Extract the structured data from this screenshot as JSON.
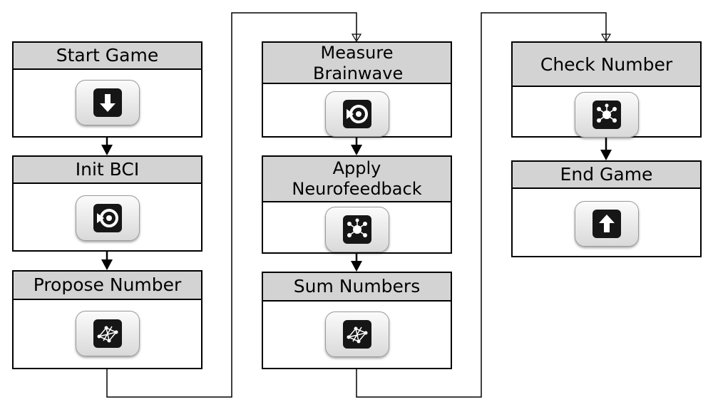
{
  "diagram": {
    "nodes": [
      {
        "id": "start_game",
        "title": "Start Game",
        "icon": "arrow-down-icon"
      },
      {
        "id": "init_bci",
        "title": "Init BCI",
        "icon": "target-icon"
      },
      {
        "id": "propose_number",
        "title": "Propose Number",
        "icon": "network-graph-icon"
      },
      {
        "id": "measure_brainwave",
        "title": "Measure Brainwave",
        "icon": "target-icon"
      },
      {
        "id": "apply_neurofeedback",
        "title": "Apply Neurofeedback",
        "icon": "hub-icon"
      },
      {
        "id": "sum_numbers",
        "title": "Sum Numbers",
        "icon": "network-graph-icon"
      },
      {
        "id": "check_number",
        "title": "Check Number",
        "icon": "hub-icon"
      },
      {
        "id": "end_game",
        "title": "End Game",
        "icon": "arrow-up-icon"
      }
    ],
    "edges": [
      [
        "start_game",
        "init_bci"
      ],
      [
        "init_bci",
        "propose_number"
      ],
      [
        "propose_number",
        "measure_brainwave"
      ],
      [
        "measure_brainwave",
        "apply_neurofeedback"
      ],
      [
        "apply_neurofeedback",
        "sum_numbers"
      ],
      [
        "sum_numbers",
        "check_number"
      ],
      [
        "check_number",
        "end_game"
      ]
    ]
  }
}
